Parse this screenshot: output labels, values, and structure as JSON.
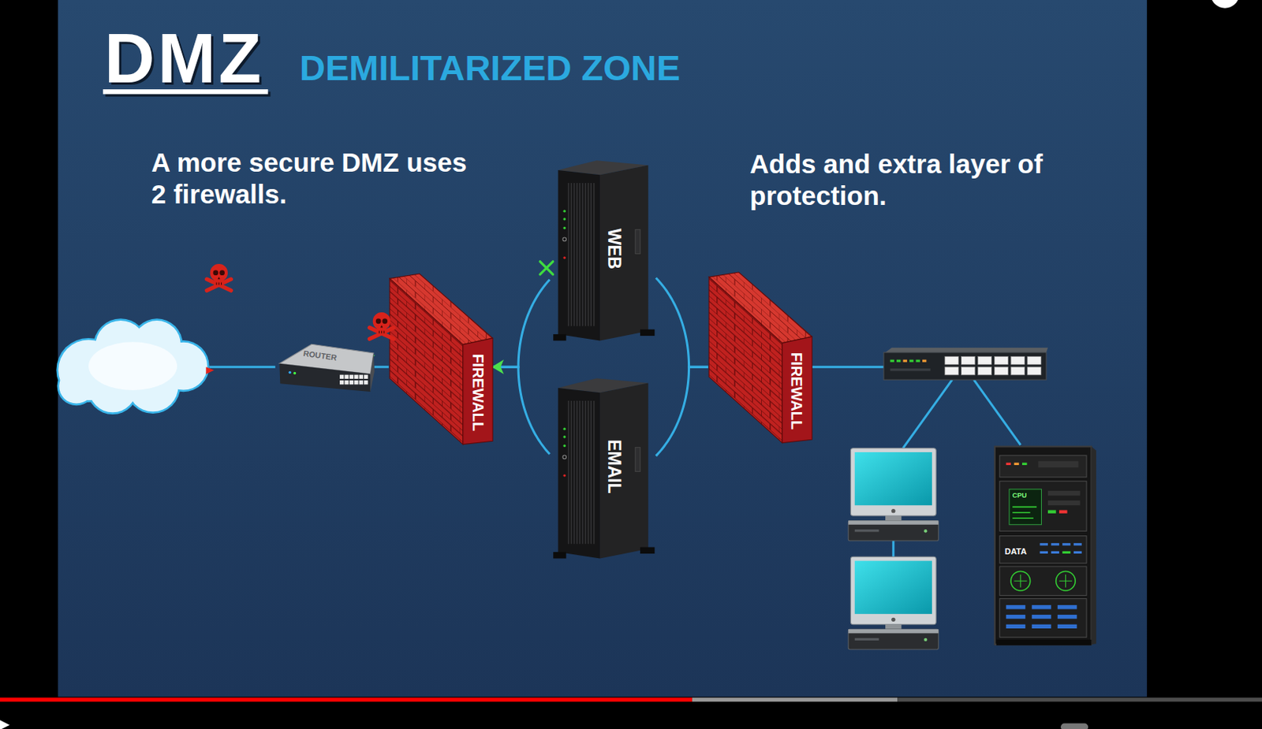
{
  "diagram": {
    "title": "DMZ",
    "nodes": [
      {
        "text": [
          "ROUTER"
        ]
      },
      {
        "text": [
          "FIREWALL"
        ]
      },
      {
        "text": [
          "WEB"
        ]
      },
      {
        "text": [
          "EMAIL"
        ]
      },
      {
        "text": [
          "FIREWALL"
        ]
      }
    ],
    "edges": [
      {
        "from": 0,
        "to": 1,
        "arrow": "none"
      },
      {
        "from": 1,
        "to": 2,
        "arrow": "none"
      },
      {
        "from": 1,
        "to": 3,
        "arrow": "none"
      },
      {
        "from": 2,
        "to": 4,
        "arrow": "none"
      },
      {
        "from": 3,
        "to": 4,
        "arrow": "none"
      }
    ],
    "labels": [
      "DEMILITARIZED ZONE",
      "A more secure DMZ uses 2 firewalls.",
      "Adds and extra layer of protection.",
      "CPU",
      "DATA"
    ]
  }
}
